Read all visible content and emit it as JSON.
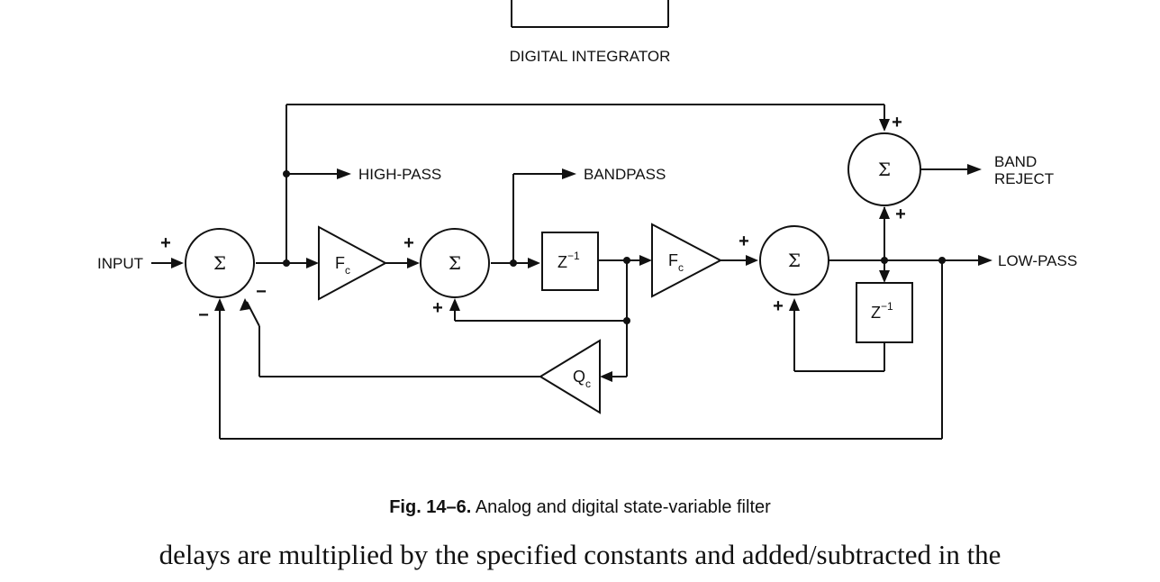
{
  "top_caption": "DIGITAL INTEGRATOR",
  "labels": {
    "input": "INPUT",
    "high_pass": "HIGH-PASS",
    "bandpass": "BANDPASS",
    "band": "BAND",
    "reject": "REJECT",
    "low_pass": "LOW-PASS"
  },
  "blocks": {
    "sum_symbol": "Σ",
    "freq_gain": "F",
    "freq_sub": "c",
    "q_gain": "Q",
    "q_sub": "c",
    "delay": "Z",
    "delay_exp": "−1"
  },
  "signs": {
    "plus": "+",
    "minus": "−"
  },
  "figure_caption": {
    "number": "Fig. 14–6.",
    "text": "Analog and digital state-variable filter"
  },
  "body_text": "delays are multiplied by the specified constants and added/subtracted in the"
}
